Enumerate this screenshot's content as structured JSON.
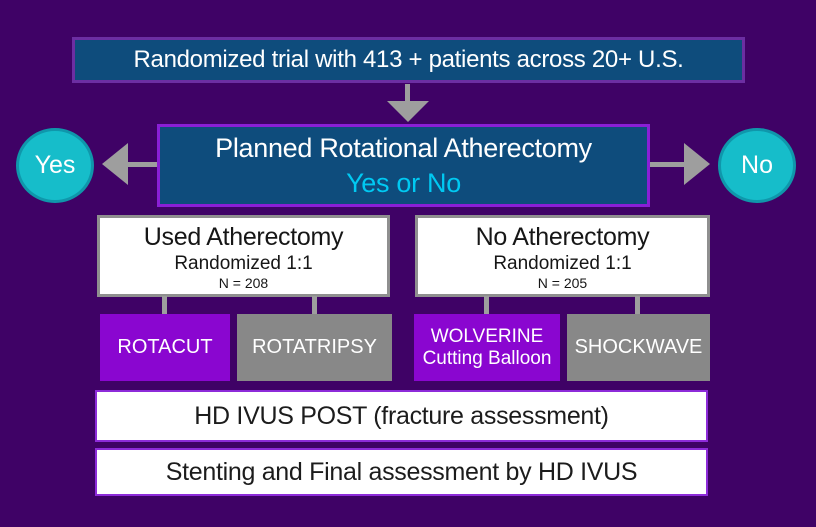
{
  "colors": {
    "background": "#3f0266",
    "box_blue": "#0e4c7c",
    "top_banner_border": "#6c2ea2",
    "decision_border": "#8a1fd6",
    "cyan_node_fill": "#16bdca",
    "cyan_node_border": "#0f97ab",
    "cyan_subtitle_text": "#00c9f2",
    "treatment_purple": "#8a06d0",
    "treatment_gray": "#888888",
    "arrow_gray": "#9e9e9e",
    "arm_box_border": "#8f8f8f",
    "footer_banner_border": "#8d2bd9",
    "dark_text": "#1c1c1c"
  },
  "header": {
    "banner": "Randomized trial with 413 + patients across 20+ U.S."
  },
  "decision": {
    "title": "Planned Rotational Atherectomy",
    "subtitle": "Yes or No",
    "left_label": "Yes",
    "right_label": "No"
  },
  "arms": [
    {
      "title": "Used Atherectomy",
      "subtitle": "Randomized 1:1",
      "n": "N = 208",
      "treatments": [
        {
          "label": "ROTACUT"
        },
        {
          "label": "ROTATRIPSY"
        }
      ]
    },
    {
      "title": "No Atherectomy",
      "subtitle": "Randomized 1:1",
      "n": "N = 205",
      "treatments": [
        {
          "label": "WOLVERINE",
          "label2": "Cutting Balloon"
        },
        {
          "label": "SHOCKWAVE"
        }
      ]
    }
  ],
  "footer_banners": [
    {
      "label": "HD IVUS POST (fracture assessment)"
    },
    {
      "label": "Stenting and Final assessment by HD IVUS"
    }
  ]
}
